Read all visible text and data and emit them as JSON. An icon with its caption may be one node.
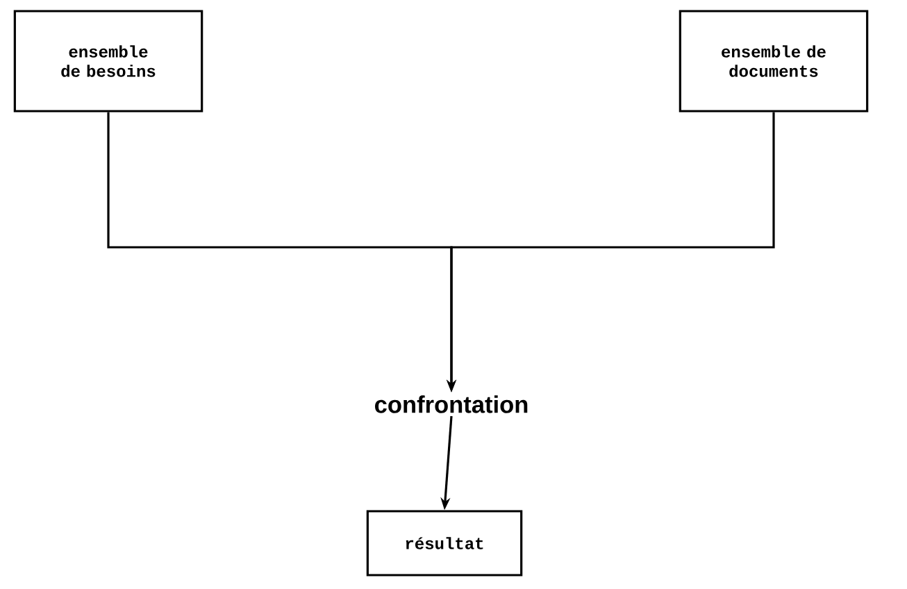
{
  "diagram": {
    "nodes": [
      {
        "text": [
          "ensemble de besoins"
        ]
      },
      {
        "text": [
          "ensemble de documents"
        ]
      },
      {
        "text": [
          "confrontation"
        ]
      },
      {
        "text": [
          "résultat"
        ]
      }
    ],
    "edges": [
      {
        "from": 0,
        "to": 2,
        "arrow": "to"
      },
      {
        "from": 1,
        "to": 2,
        "arrow": "to"
      },
      {
        "from": 2,
        "to": 3,
        "arrow": "to"
      }
    ]
  }
}
